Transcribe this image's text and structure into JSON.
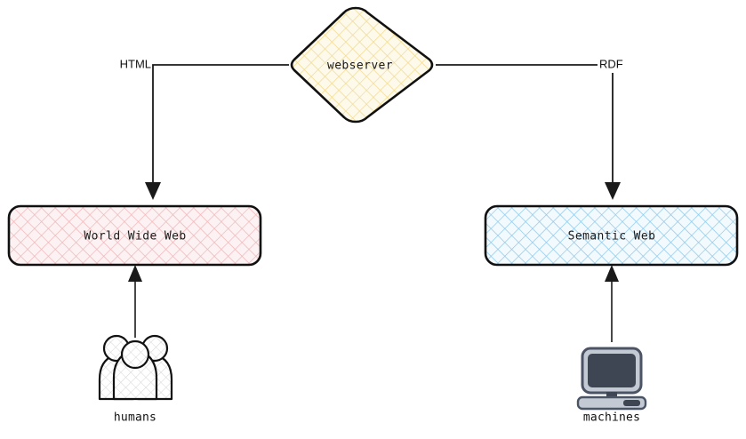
{
  "diagram": {
    "title": "webserver bridging World Wide Web and Semantic Web",
    "background_color": "#ffffff",
    "nodes": [
      {
        "id": "webserver",
        "label": "webserver",
        "shape": "diamond",
        "fill_color": "#fdf8e3",
        "hatch_color": "#f2d98a",
        "stroke_color": "#111111"
      },
      {
        "id": "world-wide-web",
        "label": "World Wide Web",
        "shape": "rounded-rectangle",
        "fill_color": "#fdeff0",
        "hatch_color": "#eeb2b4",
        "stroke_color": "#111111"
      },
      {
        "id": "semantic-web",
        "label": "Semantic Web",
        "shape": "rounded-rectangle",
        "fill_color": "#f0f8fd",
        "hatch_color": "#8ec7ea",
        "stroke_color": "#111111"
      }
    ],
    "edges": [
      {
        "id": "webserver-to-www",
        "label": "HTML",
        "from": "webserver",
        "to": "world-wide-web",
        "arrowhead": "solid-triangle"
      },
      {
        "id": "webserver-to-semantic-web",
        "label": "RDF",
        "from": "webserver",
        "to": "semantic-web",
        "arrowhead": "solid-triangle"
      },
      {
        "id": "humans-to-www",
        "label": "",
        "from": "humans",
        "to": "world-wide-web",
        "arrowhead": "solid-triangle"
      },
      {
        "id": "machines-to-semantic-web",
        "label": "",
        "from": "machines",
        "to": "semantic-web",
        "arrowhead": "solid-triangle"
      }
    ],
    "icons": [
      {
        "id": "humans",
        "caption": "humans",
        "icon_name": "people-group-icon",
        "fill_color": "#ffffff",
        "hatch_color": "#d9d9d9",
        "stroke_color": "#111111"
      },
      {
        "id": "machines",
        "caption": "machines",
        "icon_name": "desktop-computer-icon",
        "frame_color": "#4b5464",
        "screen_color": "#3e4653",
        "base_color": "#c3cad4",
        "stroke_color": "#3e4653"
      }
    ]
  }
}
